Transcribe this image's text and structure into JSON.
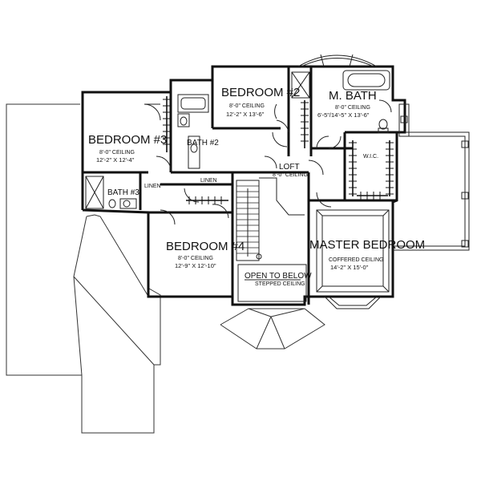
{
  "rooms": {
    "bedroom2": {
      "name": "BEDROOM #2",
      "ceiling": "8'-0\" CEILING",
      "size": "12'-2\" X 13'-6\""
    },
    "mbath": {
      "name": "M. BATH",
      "ceiling": "8'-0\" CEILING",
      "size": "6'-5\"/14'-5\" X 13'-6\""
    },
    "bedroom3": {
      "name": "BEDROOM #3",
      "ceiling": "8'-0\" CEILING",
      "size": "12'-2\" X 12'-4\""
    },
    "bath2": {
      "name": "BATH #2"
    },
    "loft": {
      "name": "LOFT",
      "ceiling": "8'-0\" CEILING"
    },
    "wic": {
      "name": "W.I.C."
    },
    "bath3": {
      "name": "BATH #3"
    },
    "linen1": {
      "name": "LINEN"
    },
    "linen2": {
      "name": "LINEN"
    },
    "bedroom4": {
      "name": "BEDROOM #4",
      "ceiling": "8'-0\" CEILING",
      "size": "12'-9\" X 12'-10\""
    },
    "master": {
      "name": "MASTER BEDROOM",
      "ceiling": "COFFERED CEILING",
      "size": "14'-2\" X 15'-0\""
    },
    "open": {
      "name": "OPEN TO BELOW",
      "ceiling": "STEPPED CEILING"
    }
  }
}
